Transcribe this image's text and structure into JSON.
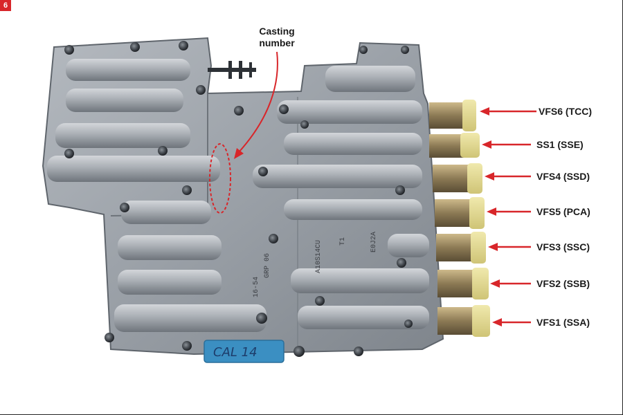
{
  "figure_number": "6",
  "casting_label": [
    "Casting",
    "number"
  ],
  "plate_label": "CAL 14",
  "stamp_labels": [
    "A10S14CU",
    "T1",
    "E0J2A",
    "GRP 06",
    "16-54"
  ],
  "solenoid_callouts": [
    {
      "label": "VFS6 (TCC)"
    },
    {
      "label": "SS1 (SSE)"
    },
    {
      "label": "VFS4 (SSD)"
    },
    {
      "label": "VFS5 (PCA)"
    },
    {
      "label": "VFS3 (SSC)"
    },
    {
      "label": "VFS2 (SSB)"
    },
    {
      "label": "VFS1 (SSA)"
    }
  ],
  "colors": {
    "arrow": "#d8262a",
    "badge": "#d8262a",
    "body": "#9ba1a8",
    "solenoid_cap": "#e6dc92",
    "plate": "#3b8fc2"
  }
}
